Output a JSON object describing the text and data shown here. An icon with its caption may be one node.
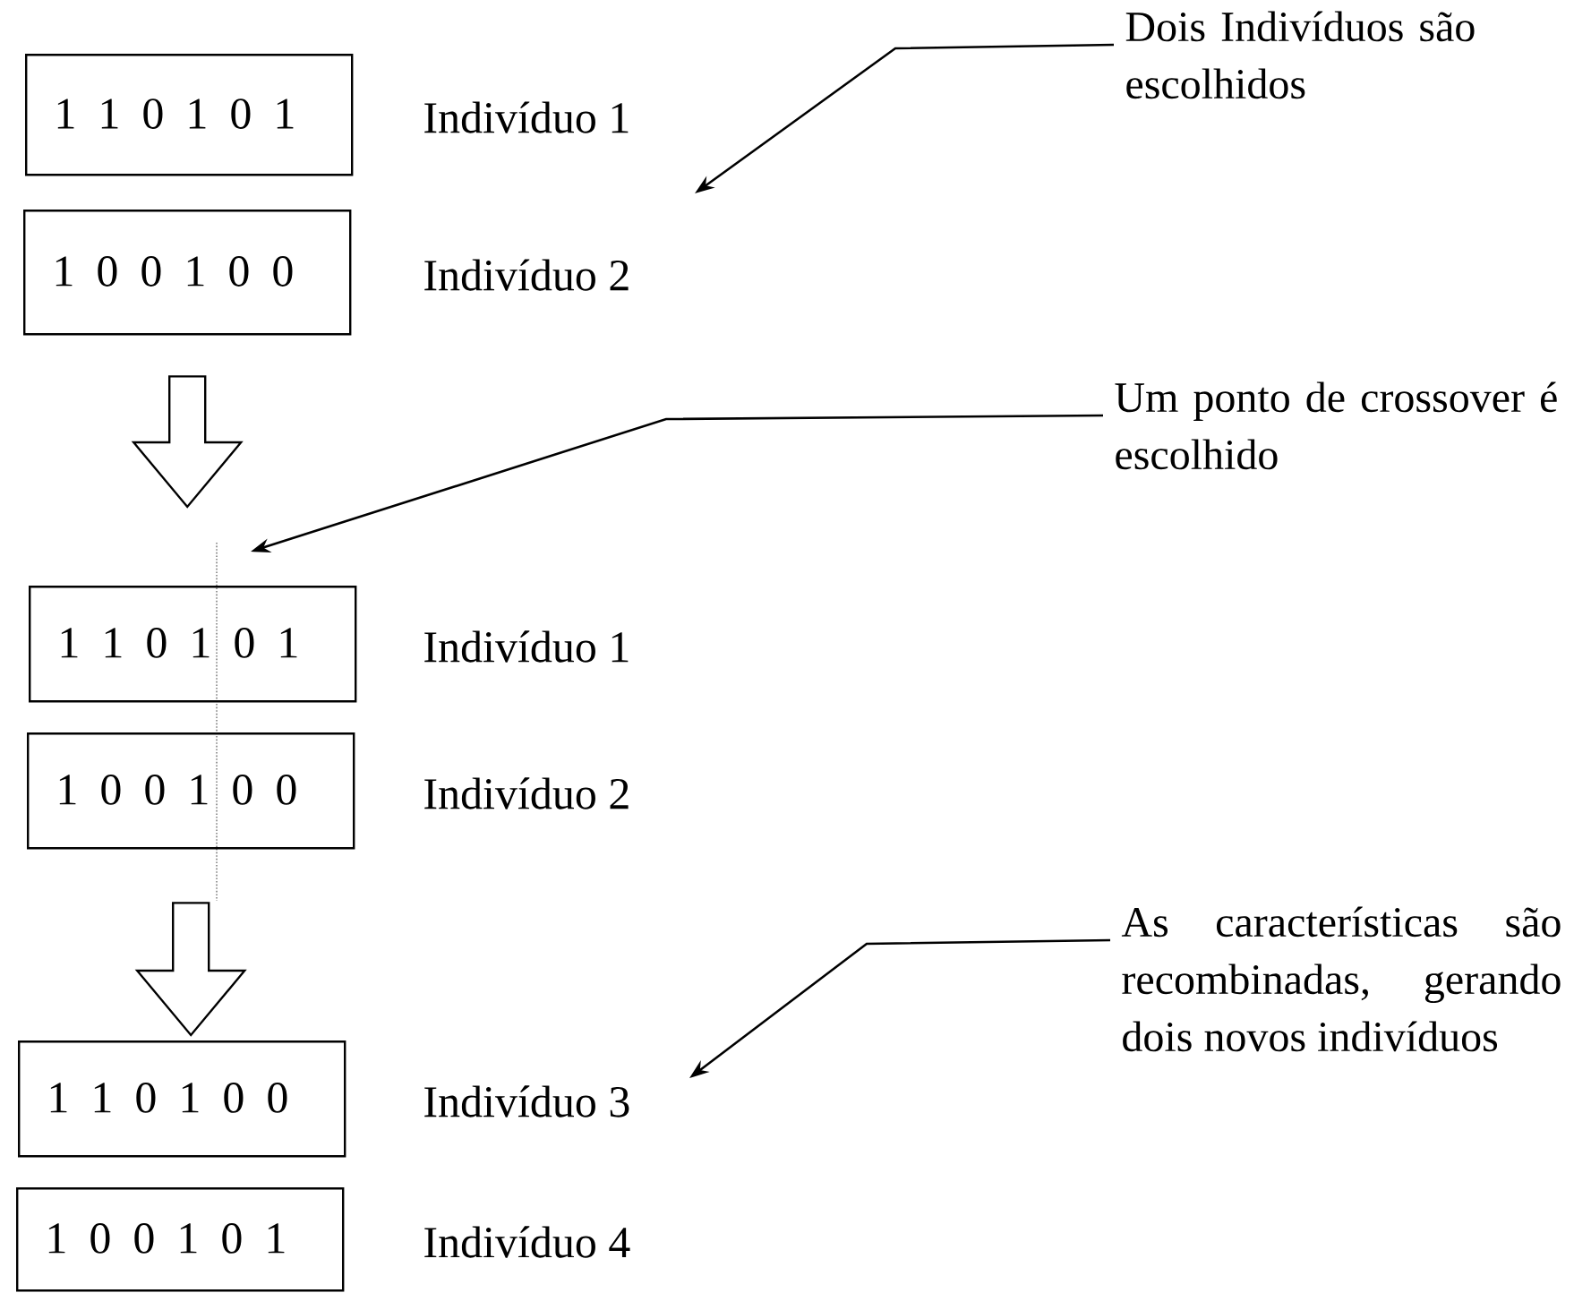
{
  "diagram": {
    "nodes": [
      {
        "text": [
          "1 1 0 1 0 1"
        ],
        "beside": [
          "Indivíduo 1"
        ]
      },
      {
        "text": [
          "1 0 0 1 0 0"
        ],
        "beside": [
          "Indivíduo 2"
        ]
      },
      {
        "text": [
          "1 1 0 1 0 1"
        ],
        "beside": [
          "Indivíduo 1"
        ]
      },
      {
        "text": [
          "1 0 0 1 0 0"
        ],
        "beside": [
          "Indivíduo 2"
        ]
      },
      {
        "text": [
          "1 1 0 1 0 0"
        ],
        "beside": [
          "Indivíduo 3"
        ]
      },
      {
        "text": [
          "1 0 0 1 0 1"
        ],
        "beside": [
          "Indivíduo 4"
        ]
      },
      {
        "text": [
          "Dois Indivíduos são escolhidos"
        ]
      },
      {
        "text": [
          "Um ponto de crossover é escolhido"
        ]
      },
      {
        "text": [
          "As características são recombinadas, gerando dois novos indivíduos"
        ]
      }
    ],
    "edges": [
      {
        "from": 1,
        "to": 2,
        "arrow": "to"
      },
      {
        "from": 3,
        "to": 4,
        "arrow": "to"
      },
      {
        "from": 6,
        "to": null,
        "arrow": "to"
      },
      {
        "from": 7,
        "to": null,
        "arrow": "to"
      },
      {
        "from": 8,
        "to": null,
        "arrow": "to"
      }
    ]
  }
}
